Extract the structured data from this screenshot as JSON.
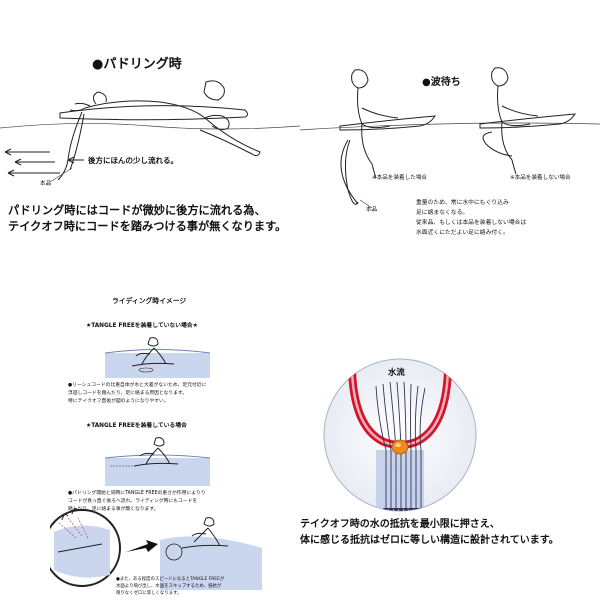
{
  "paddle": {
    "title": "●パドリング時",
    "arrow_note": "後方にほんの少し流れる。",
    "product_label": "本品",
    "caption": [
      "パドリング時にはコードが微妙に後方に流れる為、",
      "テイクオフ時にコードを踏みつける事が無くなります。"
    ]
  },
  "wait": {
    "title": "●波待ち",
    "left_label": "※本品を装着した場合",
    "right_label": "※本品を装着しない場合",
    "product_label": "本品",
    "notes": [
      "重量のため、常に水中にもぐり込み",
      "足に絡まなくなる。",
      "従来品、もしくは本品を装着しない場合は",
      "水面近くにただよい足に絡み付く。"
    ]
  },
  "ride": {
    "title": "ライディング時イメージ",
    "case_without": "★TANGLE FREEを装着していない場合★",
    "without_note": [
      "●リーシュコードの比重自体が水と大差がないため、足元付近に",
      "浮遊しコードを踏んだり、足に絡まる原因となります。",
      "特にテイクオフ直後が図のようになりやすい。"
    ],
    "case_with": "★TANGLE FREEを装着している場合",
    "with_note": [
      "●パドリング開始と同時にTANGLE FREEの重さが作用によりり",
      "コードが真っ直ぐ後ろへ流れ、ライディング時にもコードを",
      "踏んだり、足に絡まる事が無くなります。"
    ],
    "speed_note": [
      "●また、ある程度のスピードになるとTANGLE FREEが",
      "水面より飛び出し、水面をスキップするため、抵抗が",
      "限りなくゼロに等しくなります。"
    ]
  },
  "flow": {
    "water_label": "水流",
    "caption": [
      "テイクオフ時の水の抵抗を最小限に押さえ、",
      "体に感じる抵抗はゼロに等しい構造に設計されています。"
    ]
  },
  "colors": {
    "ring": "#d3142c",
    "ring_inner": "#f2b0b8",
    "bead": "#f08a1c",
    "water": "#9ab6e0",
    "arrow": "#333355"
  }
}
